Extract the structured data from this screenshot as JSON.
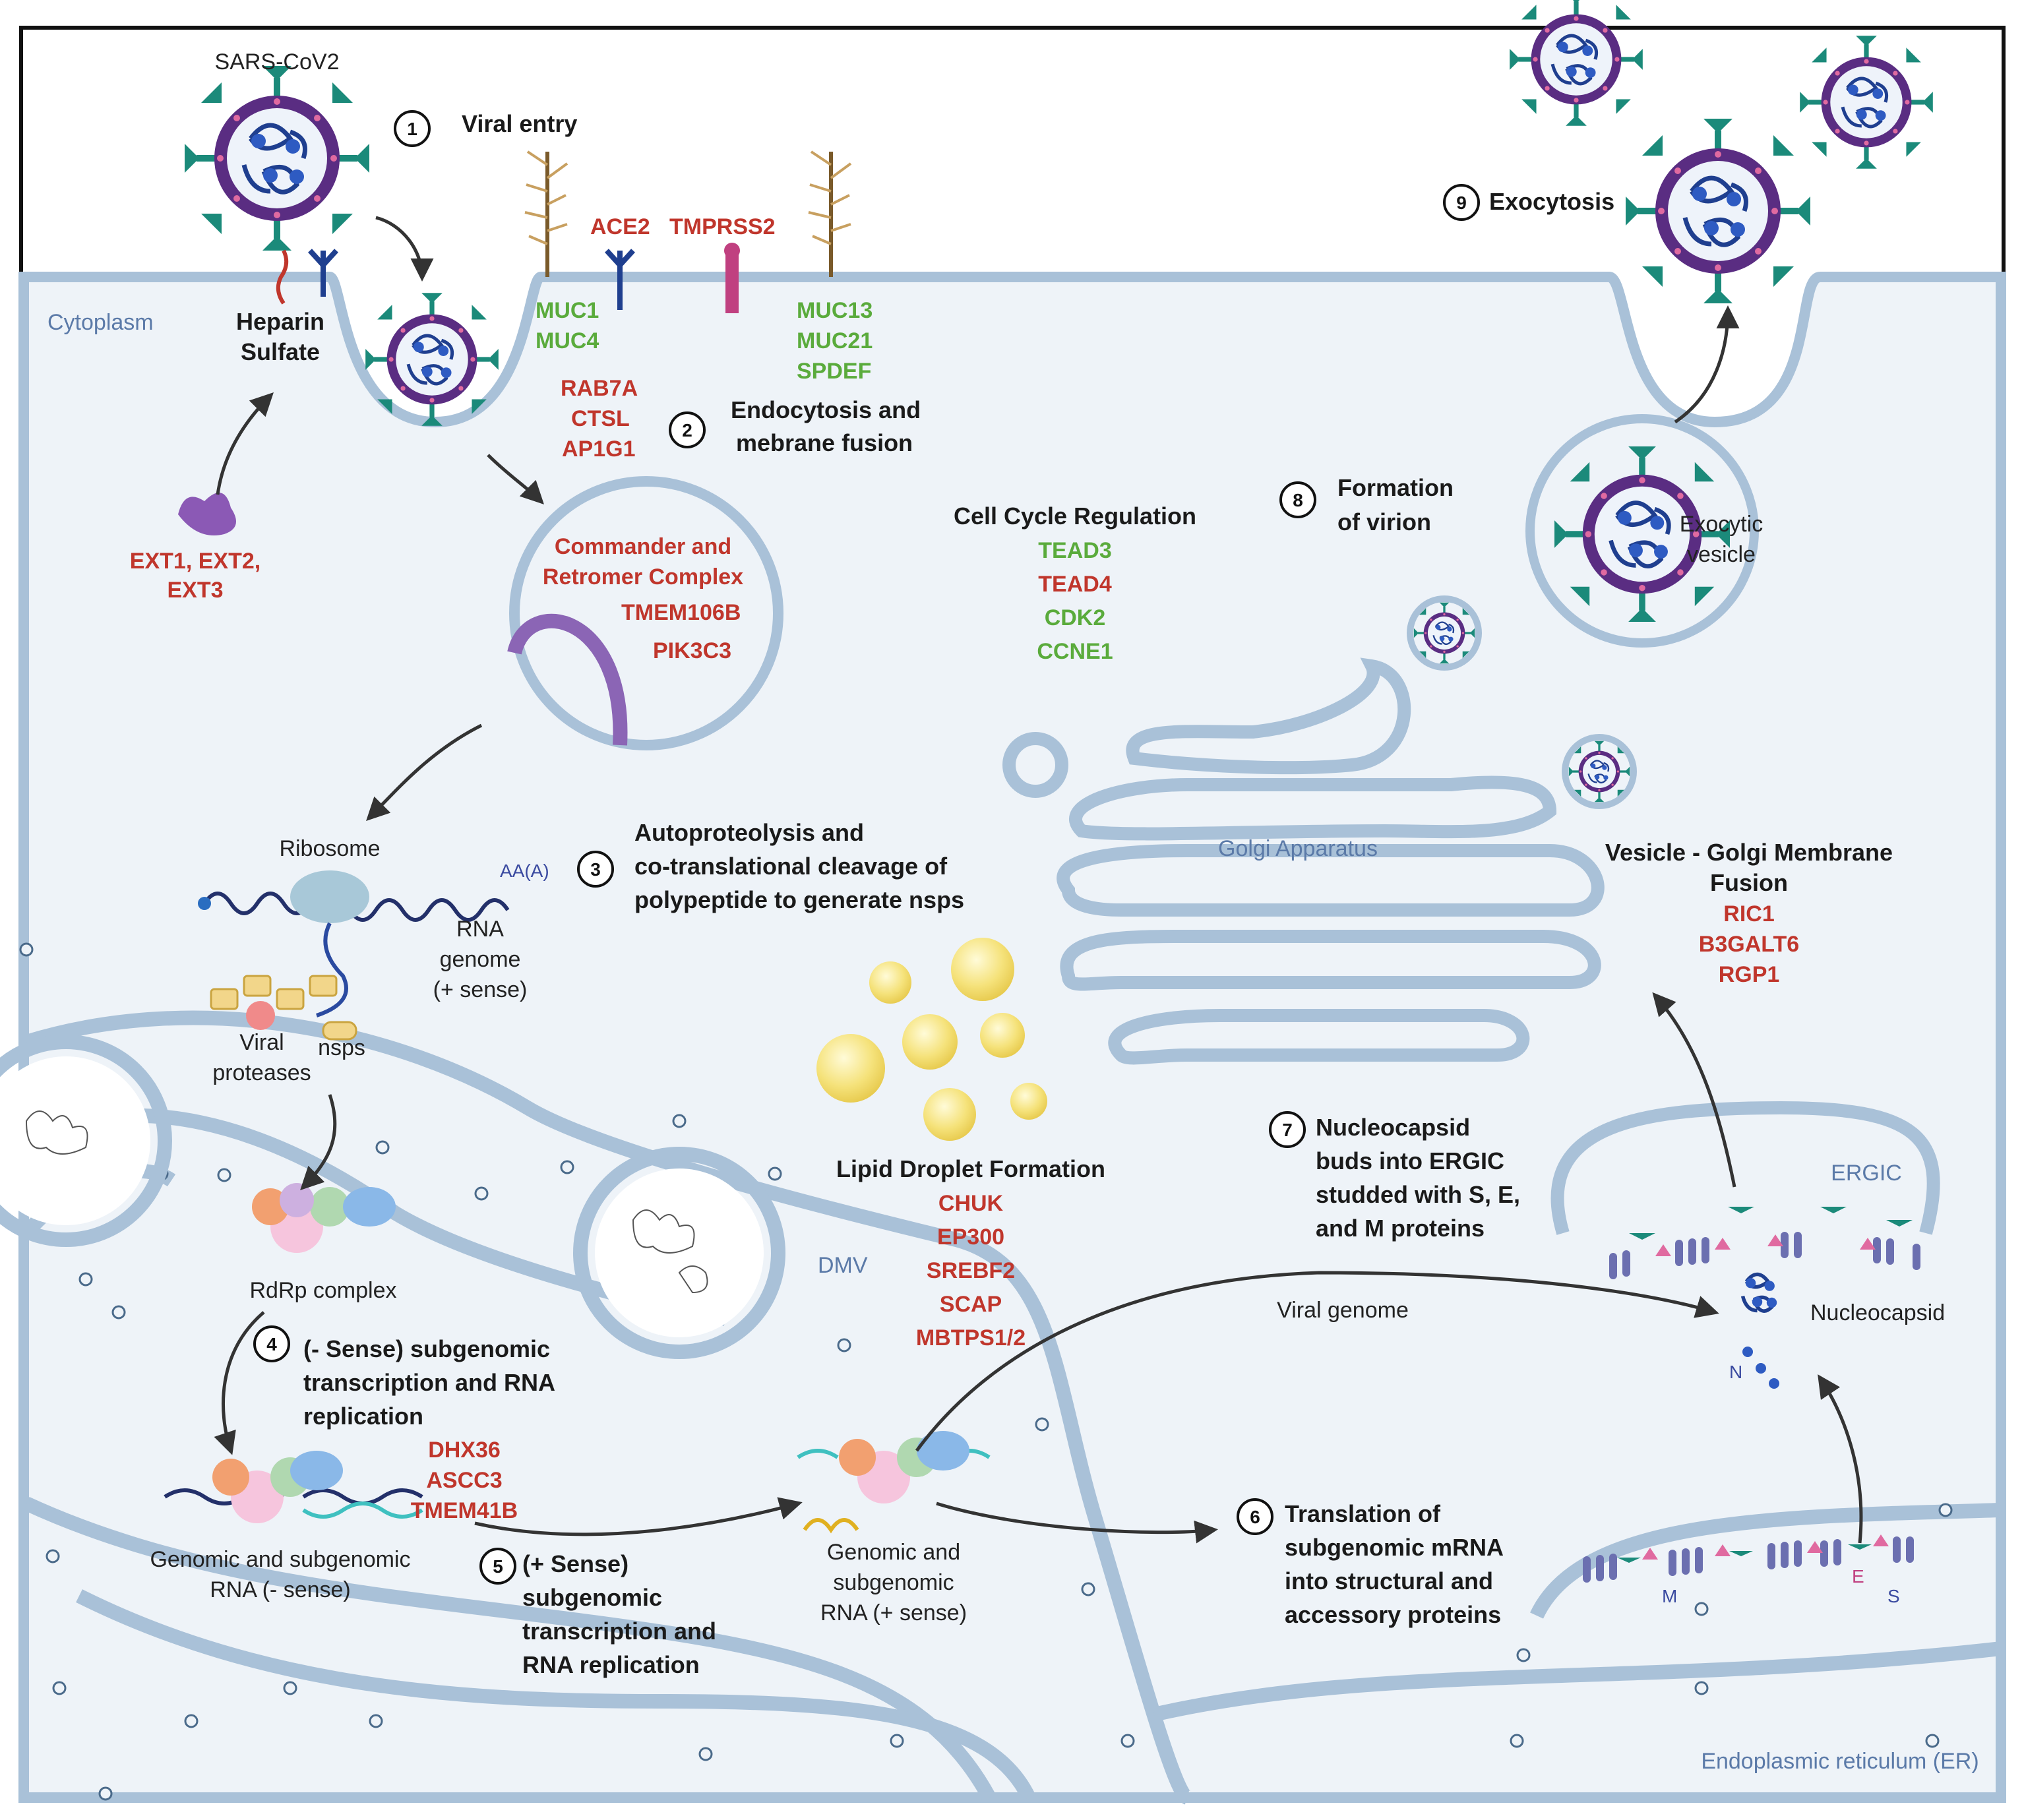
{
  "virus_label": "SARS-CoV2",
  "cytoplasm_label": "Cytoplasm",
  "heparin": [
    "Heparin",
    "Sulfate"
  ],
  "ext_genes": [
    "EXT1, EXT2,",
    "EXT3"
  ],
  "receptors": {
    "ace2": "ACE2",
    "tmprss2": "TMPRSS2",
    "muc_left": [
      "MUC1",
      "MUC4"
    ],
    "muc_right": [
      "MUC13",
      "MUC21",
      "SPDEF"
    ]
  },
  "steps": [
    {
      "num": "1",
      "lines": [
        "Viral entry"
      ]
    },
    {
      "num": "2",
      "lines": [
        "Endocytosis and",
        "mebrane fusion"
      ]
    },
    {
      "num": "3",
      "lines": [
        "Autoproteolysis and",
        "co-translational cleavage of",
        "polypeptide to generate nsps"
      ]
    },
    {
      "num": "4",
      "lines": [
        "(- Sense) subgenomic",
        "transcription and RNA",
        "replication"
      ]
    },
    {
      "num": "5",
      "lines": [
        "(+ Sense)",
        "subgenomic",
        "transcription and",
        "RNA replication"
      ]
    },
    {
      "num": "6",
      "lines": [
        "Translation of",
        "subgenomic mRNA",
        "into structural and",
        "accessory proteins"
      ]
    },
    {
      "num": "7",
      "lines": [
        "Nucleocapsid",
        "buds into ERGIC",
        "studded with S, E,",
        "and M proteins"
      ]
    },
    {
      "num": "8",
      "lines": [
        "Formation",
        "of virion"
      ]
    },
    {
      "num": "9",
      "lines": [
        "Exocytosis"
      ]
    }
  ],
  "endocytosis_genes": [
    "RAB7A",
    "CTSL",
    "AP1G1"
  ],
  "endosome": {
    "complex": [
      "Commander and",
      "Retromer Complex"
    ],
    "genes": [
      "TMEM106B",
      "PIK3C3"
    ]
  },
  "cell_cycle": {
    "title": "Cell Cycle Regulation",
    "genes": [
      {
        "name": "TEAD3",
        "color": "green"
      },
      {
        "name": "TEAD4",
        "color": "red"
      },
      {
        "name": "CDK2",
        "color": "green"
      },
      {
        "name": "CCNE1",
        "color": "green"
      }
    ]
  },
  "ribosome": {
    "label": "Ribosome",
    "polya": "AA(A)",
    "rna": [
      "RNA",
      "genome",
      "(+ sense)"
    ],
    "proteases": [
      "Viral",
      "proteases"
    ],
    "nsps": "nsps"
  },
  "rdrp_label": "RdRp complex",
  "step4_genes": [
    "DHX36",
    "ASCC3",
    "TMEM41B"
  ],
  "neg_rna": [
    "Genomic and subgenomic",
    "RNA (- sense)"
  ],
  "pos_rna": [
    "Genomic and",
    "subgenomic",
    "RNA (+ sense)"
  ],
  "lipid": {
    "title": "Lipid Droplet Formation",
    "genes": [
      "CHUK",
      "EP300",
      "SREBF2",
      "SCAP",
      "MBTPS1/2"
    ]
  },
  "dmv_label": "DMV",
  "golgi_label": "Golgi Apparatus",
  "golgi_fusion": {
    "title": [
      "Vesicle - Golgi Membrane",
      "Fusion"
    ],
    "genes": [
      "RIC1",
      "B3GALT6",
      "RGP1"
    ]
  },
  "exocytic_vesicle": [
    "Exocytic",
    "vesicle"
  ],
  "ergic_label": "ERGIC",
  "viral_genome_label": "Viral genome",
  "nucleocapsid_label": "Nucleocapsid",
  "n_label": "N",
  "protein_labels": {
    "m": "M",
    "e": "E",
    "s": "S"
  },
  "er_label": "Endoplasmic reticulum (ER)",
  "colors": {
    "membrane": "#a9c1d8",
    "membrane_fill": "#eef3f8",
    "red": "#c0362c",
    "green": "#5aab3c",
    "spike": "#1b8a7a",
    "envelope": "#5a2d82"
  }
}
